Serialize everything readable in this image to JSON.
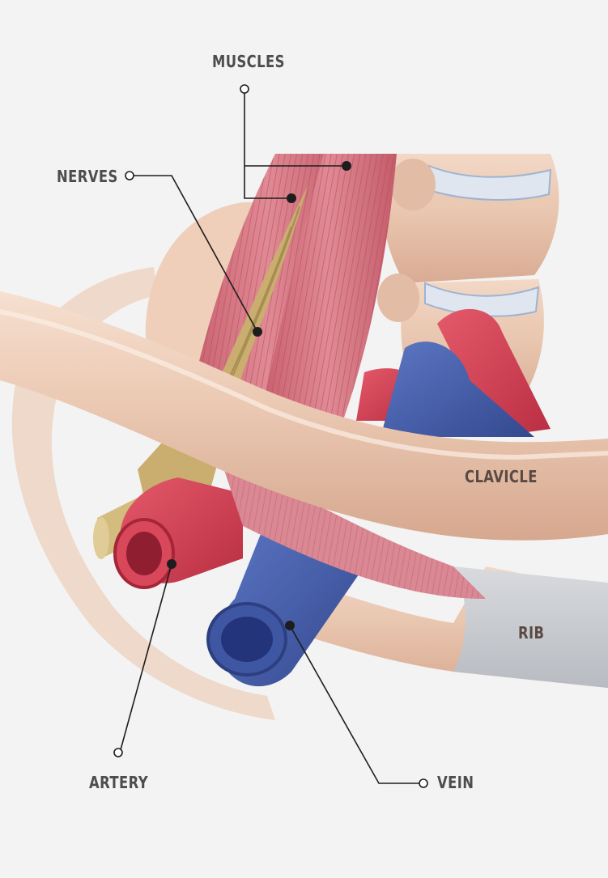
{
  "labels": {
    "muscles": "MUSCLES",
    "nerves": "NERVES",
    "clavicle": "CLAVICLE",
    "rib": "RIB",
    "artery": "ARTERY",
    "vein": "VEIN"
  },
  "colors": {
    "background": "#f3f3f3",
    "bone": "#e9c7b1",
    "muscle": "#d4737f",
    "nerve": "#c4aa6a",
    "artery": "#d74052",
    "vein": "#4a62ad",
    "cartilage": "#c5c8cd",
    "leader": "#1d1d1d"
  }
}
